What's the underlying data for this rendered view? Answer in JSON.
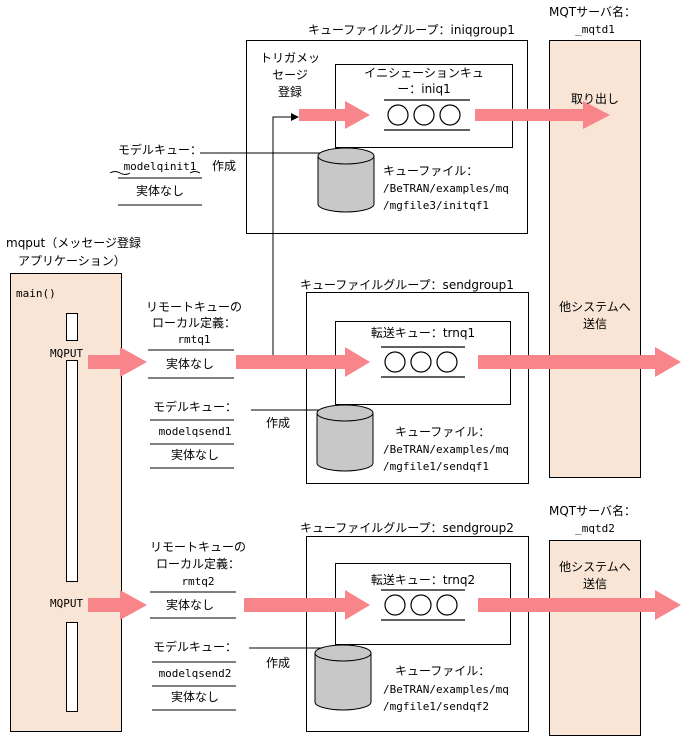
{
  "mqput": {
    "title_line1": "mqput（メッセージ登録",
    "title_line2": "アプリケーション）",
    "main_label": "main()",
    "call1": "MQPUT",
    "call2": "MQPUT"
  },
  "group1": {
    "title": "キューファイルグループ：iniqgroup1",
    "trigger_line1": "トリガメッ",
    "trigger_line2": "セージ",
    "trigger_line3": "登録",
    "queue_line1": "イニシェーションキュ",
    "queue_line2": "ー：iniq1",
    "model_line1": "モデルキュー：",
    "model_line2": "modelqinit1",
    "model_line3": "実体なし",
    "create": "作成",
    "file_line1": "キューファイル：",
    "file_line2": "/BeTRAN/examples/mq",
    "file_line3": "/mgfile3/initqf1"
  },
  "group2": {
    "title": "キューファイルグループ：sendgroup1",
    "remote_line1": "リモートキューの",
    "remote_line2": "ローカル定義：",
    "remote_line3": "rmtq1",
    "remote_line4": "実体なし",
    "queue": "転送キュー：trnq1",
    "model_line1": "モデルキュー：",
    "model_line2": "modelqsend1",
    "model_line3": "実体なし",
    "create": "作成",
    "file_line1": "キューファイル：",
    "file_line2": "/BeTRAN/examples/mq",
    "file_line3": "/mgfile1/sendqf1"
  },
  "group3": {
    "title": "キューファイルグループ：sendgroup2",
    "remote_line1": "リモートキューの",
    "remote_line2": "ローカル定義：",
    "remote_line3": "rmtq2",
    "remote_line4": "実体なし",
    "queue": "転送キュー：trnq2",
    "model_line1": "モデルキュー：",
    "model_line2": "modelqsend2",
    "model_line3": "実体なし",
    "create": "作成",
    "file_line1": "キューファイル：",
    "file_line2": "/BeTRAN/examples/mq",
    "file_line3": "/mgfile1/sendqf2"
  },
  "server1": {
    "name_line1": "MQTサーバ名：",
    "name_line2": "_mqtd1",
    "action1": "取り出し",
    "action2_line1": "他システムへ",
    "action2_line2": "送信"
  },
  "server2": {
    "name_line1": "MQTサーバ名：",
    "name_line2": "_mqtd2",
    "action_line1": "他システムへ",
    "action_line2": "送信"
  },
  "colors": {
    "arrow": "#f7858a",
    "panel": "#f9e5d5",
    "cylinder": "#c8c8c8"
  }
}
